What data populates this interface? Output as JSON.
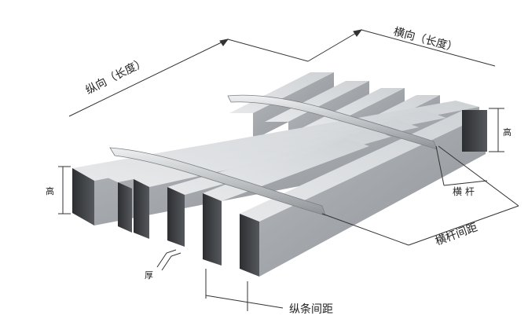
{
  "labels": {
    "longitudinal_length": "纵向（长度）",
    "transverse_length": "横向（长度）",
    "height_left": "高",
    "height_right": "高",
    "thickness": "厚",
    "cross_bar": "横 杆",
    "cross_bar_spacing": "横杆间距",
    "bearing_bar_spacing": "纵条间距"
  }
}
